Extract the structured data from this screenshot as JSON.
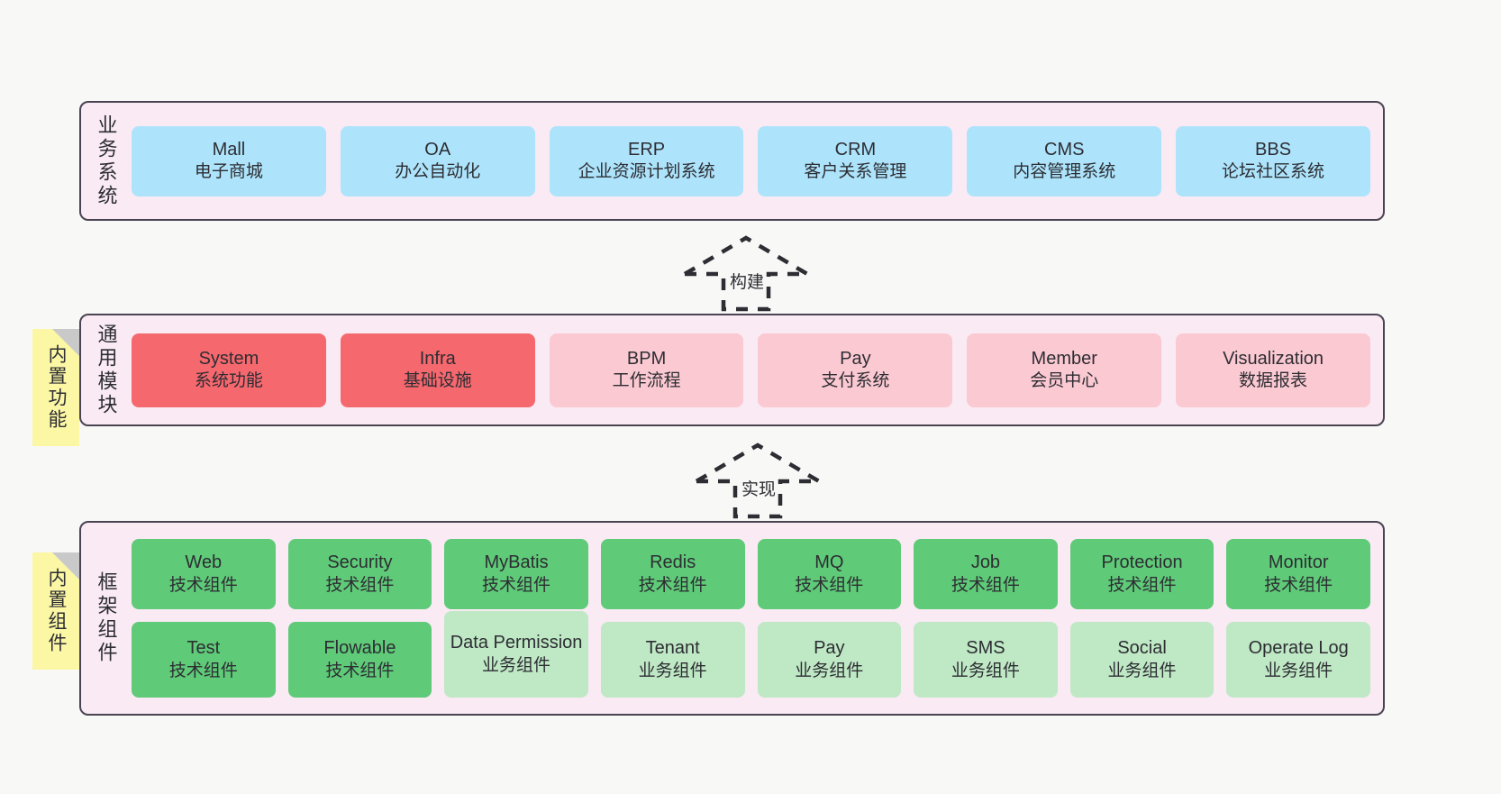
{
  "diagram": {
    "background": "#f8f8f7",
    "panel_fill": "#f9eaf4",
    "panel_stroke": "#4a4452",
    "note_fill": "#fbf7a5"
  },
  "layers": [
    {
      "id": "business",
      "title": "业务系统",
      "card_color": "#ade4fb",
      "cards": [
        {
          "en": "Mall",
          "cn": "电子商城"
        },
        {
          "en": "OA",
          "cn": "办公自动化"
        },
        {
          "en": "ERP",
          "cn": "企业资源计划系统"
        },
        {
          "en": "CRM",
          "cn": "客户关系管理"
        },
        {
          "en": "CMS",
          "cn": "内容管理系统"
        },
        {
          "en": "BBS",
          "cn": "论坛社区系统"
        }
      ]
    },
    {
      "id": "module",
      "title": "通用模块",
      "note": "内置功能",
      "colors": {
        "strong": "#f4686e",
        "light": "#fbc9d2"
      },
      "cards": [
        {
          "en": "System",
          "cn": "系统功能",
          "color": "#f4686e"
        },
        {
          "en": "Infra",
          "cn": "基础设施",
          "color": "#f4686e"
        },
        {
          "en": "BPM",
          "cn": "工作流程",
          "color": "#fbc9d2"
        },
        {
          "en": "Pay",
          "cn": "支付系统",
          "color": "#fbc9d2"
        },
        {
          "en": "Member",
          "cn": "会员中心",
          "color": "#fbc9d2"
        },
        {
          "en": "Visualization",
          "cn": "数据报表",
          "color": "#fbc9d2"
        }
      ]
    },
    {
      "id": "framework",
      "title": "框架组件",
      "note": "内置组件",
      "colors": {
        "tech": "#5fca78",
        "biz": "#bfe8c5"
      },
      "row1": [
        {
          "en": "Web",
          "cn": "技术组件",
          "color": "#5fca78"
        },
        {
          "en": "Security",
          "cn": "技术组件",
          "color": "#5fca78"
        },
        {
          "en": "MyBatis",
          "cn": "技术组件",
          "color": "#5fca78"
        },
        {
          "en": "Redis",
          "cn": "技术组件",
          "color": "#5fca78"
        },
        {
          "en": "MQ",
          "cn": "技术组件",
          "color": "#5fca78"
        },
        {
          "en": "Job",
          "cn": "技术组件",
          "color": "#5fca78"
        },
        {
          "en": "Protection",
          "cn": "技术组件",
          "color": "#5fca78"
        },
        {
          "en": "Monitor",
          "cn": "技术组件",
          "color": "#5fca78"
        }
      ],
      "row2": [
        {
          "en": "Test",
          "cn": "技术组件",
          "color": "#5fca78"
        },
        {
          "en": "Flowable",
          "cn": "技术组件",
          "color": "#5fca78"
        },
        {
          "en": "Data Permission",
          "cn": "业务组件",
          "color": "#bfe8c5"
        },
        {
          "en": "Tenant",
          "cn": "业务组件",
          "color": "#bfe8c5"
        },
        {
          "en": "Pay",
          "cn": "业务组件",
          "color": "#bfe8c5"
        },
        {
          "en": "SMS",
          "cn": "业务组件",
          "color": "#bfe8c5"
        },
        {
          "en": "Social",
          "cn": "业务组件",
          "color": "#bfe8c5"
        },
        {
          "en": "Operate Log",
          "cn": "业务组件",
          "color": "#bfe8c5"
        }
      ]
    }
  ],
  "arrows": [
    {
      "id": "build",
      "label": "构建"
    },
    {
      "id": "implement",
      "label": "实现"
    }
  ]
}
